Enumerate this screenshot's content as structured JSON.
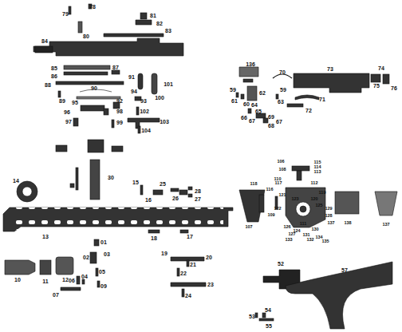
{
  "diagram": {
    "labels": [
      "78",
      "79",
      "81",
      "82",
      "80",
      "83",
      "84",
      "85",
      "86",
      "87",
      "88",
      "89",
      "90",
      "91",
      "94",
      "101",
      "95",
      "92",
      "93",
      "100",
      "96",
      "98",
      "102",
      "97",
      "99",
      "103",
      "104",
      "136",
      "70",
      "73",
      "74",
      "75",
      "76",
      "59",
      "61",
      "60",
      "62",
      "64",
      "65",
      "59",
      "63",
      "71",
      "72",
      "66",
      "67",
      "69",
      "68",
      "67",
      "14",
      "30",
      "15",
      "16",
      "25",
      "26",
      "28",
      "27",
      "13",
      "18",
      "17",
      "01",
      "02",
      "03",
      "10",
      "11",
      "12",
      "05",
      "04",
      "06",
      "09",
      "07",
      "19",
      "20",
      "21",
      "22",
      "23",
      "24",
      "106",
      "108",
      "115",
      "114",
      "110",
      "113",
      "118",
      "116",
      "117",
      "112",
      "119",
      "120",
      "121",
      "122",
      "123",
      "124",
      "125",
      "126",
      "129",
      "128",
      "130",
      "137",
      "107",
      "109",
      "111",
      "127",
      "131",
      "132",
      "133",
      "134",
      "135",
      "138",
      "137",
      "52",
      "57",
      "53",
      "54",
      "55"
    ]
  }
}
